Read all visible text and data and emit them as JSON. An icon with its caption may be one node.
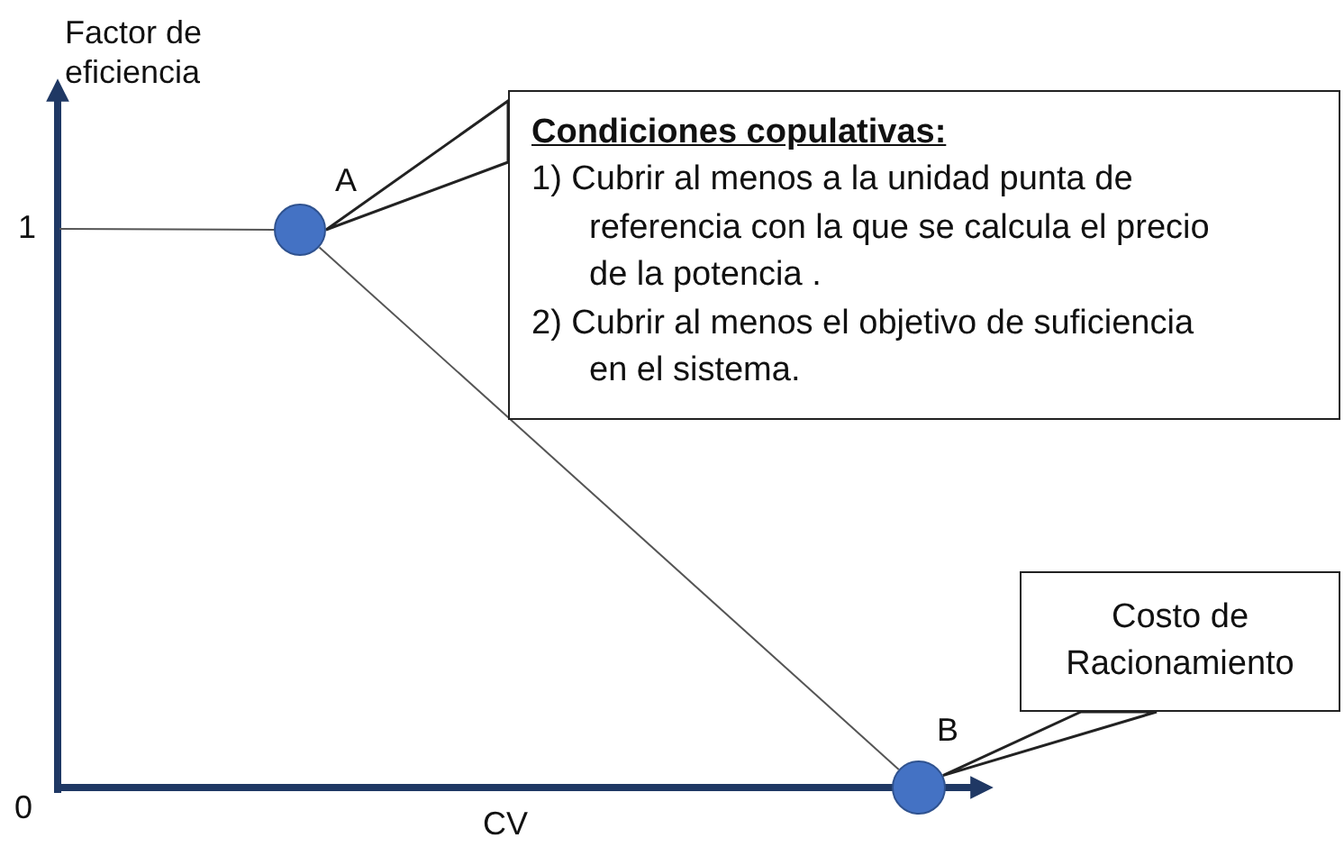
{
  "diagram": {
    "nodes": [
      {
        "text": [
          "Condiciones copulativas:",
          "1) Cubrir al menos a la unidad punta de referencia con la que se calcula el precio de la potencia .",
          "2) Cubrir al menos el objetivo de suficiencia en el sistema."
        ]
      },
      {
        "text": [],
        "shape": "circle",
        "beside": [
          "A"
        ]
      },
      {
        "text": [],
        "shape": "circle",
        "beside": [
          "B"
        ]
      },
      {
        "text": [
          "Costo de Racionamiento"
        ]
      }
    ],
    "edges": [
      {
        "from": null,
        "to": 1,
        "arrow": "none"
      },
      {
        "from": 1,
        "to": 2,
        "arrow": "none"
      },
      {
        "from": 0,
        "to": 1,
        "arrow": "none"
      },
      {
        "from": 3,
        "to": 2,
        "arrow": "none"
      }
    ],
    "labels": [
      "Factor de eficiencia",
      "1",
      "0",
      "CV"
    ]
  }
}
